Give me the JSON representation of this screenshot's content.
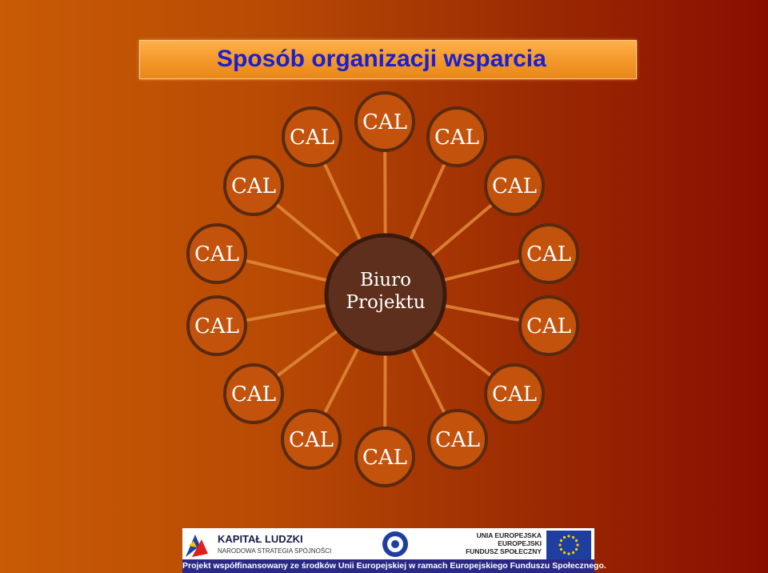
{
  "title": "Sposób organizacji wsparcia",
  "diagram": {
    "hub_label_line1": "Biuro",
    "hub_label_line2": "Projektu",
    "node_label": "CAL",
    "node_count": 14
  },
  "footer": {
    "program_title": "KAPITAŁ LUDZKI",
    "program_subtitle": "NARODOWA STRATEGIA SPÓJNOŚCI",
    "eu_line1": "UNIA EUROPEJSKA",
    "eu_line2": "EUROPEJSKI",
    "eu_line3": "FUNDUSZ SPOŁECZNY",
    "strip_text": "Projekt współfinansowany ze środków Unii Europejskiej w ramach Europejskiego Funduszu Społecznego."
  },
  "colors": {
    "title_text": "#1c1fd0",
    "hub_fill": "#5e2f1c",
    "node_fill": "#c2520c",
    "node_ring": "#5a2a10",
    "spoke": "#e08a3a"
  }
}
